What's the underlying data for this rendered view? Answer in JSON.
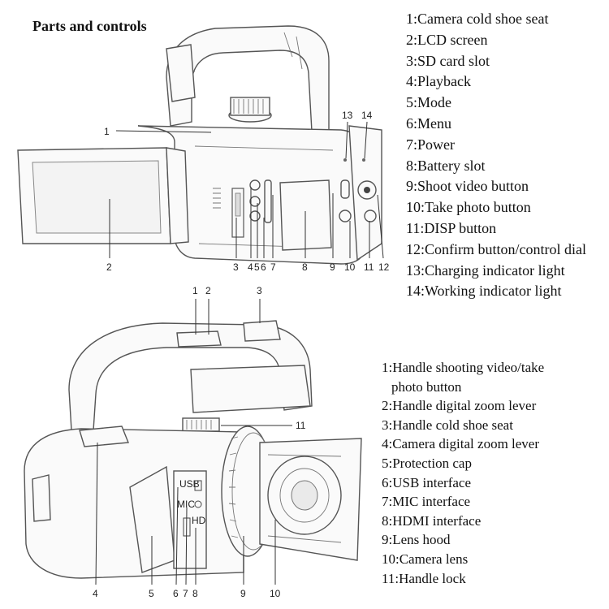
{
  "title": "Parts and controls",
  "top_parts": [
    "1:Camera cold shoe seat",
    "2:LCD screen",
    "3:SD card slot",
    "4:Playback",
    "5:Mode",
    "6:Menu",
    "7:Power",
    "8:Battery slot",
    "9:Shoot video button",
    "10:Take photo button",
    "11:DISP button",
    "12:Confirm button/control dial",
    "13:Charging indicator light",
    "14:Working indicator light"
  ],
  "bottom_parts": [
    "1:Handle shooting video/take",
    "photo button",
    "2:Handle digital zoom lever",
    "3:Handle cold shoe seat",
    "4:Camera digital zoom lever",
    "5:Protection cap",
    "6:USB interface",
    "7:MIC interface",
    "8:HDMI interface",
    "9:Lens hood",
    "10:Camera lens",
    "11:Handle lock"
  ],
  "top_callouts": [
    "1",
    "2",
    "3",
    "4",
    "5",
    "6",
    "7",
    "8",
    "9",
    "10",
    "11",
    "12",
    "13",
    "14"
  ],
  "bottom_callouts": [
    "1",
    "2",
    "3",
    "4",
    "5",
    "6",
    "7",
    "8",
    "9",
    "10",
    "11"
  ],
  "port_labels": {
    "usb": "USB",
    "mic": "MIC",
    "hdmi": "HD"
  }
}
